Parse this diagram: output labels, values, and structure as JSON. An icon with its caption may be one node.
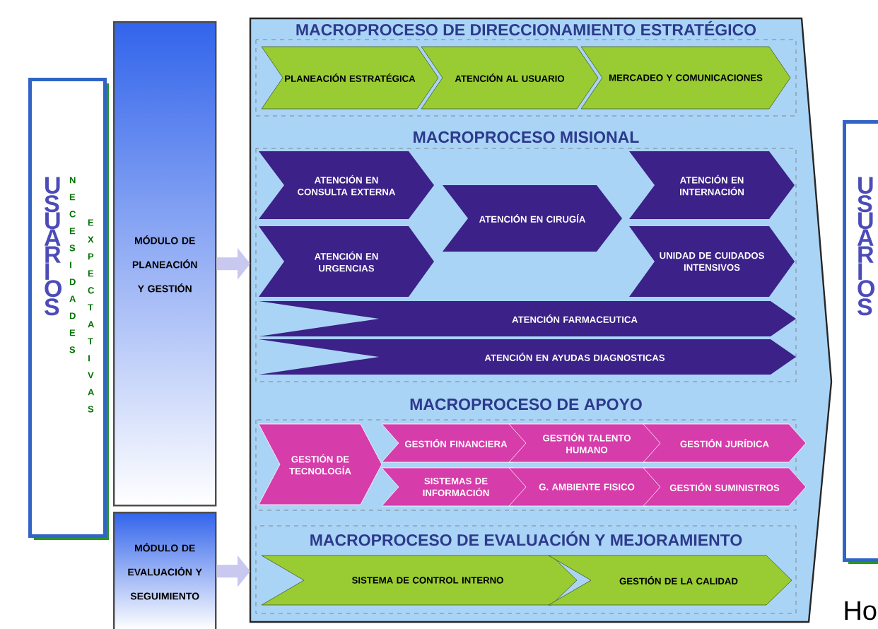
{
  "diagram": {
    "nodes": [
      {
        "text": [
          "USUARIOS",
          "NECESIDADES",
          "EXPECTATIVAS"
        ]
      },
      {
        "text": [
          "MÓDULO DE PLANEACIÓN Y GESTIÓN"
        ]
      },
      {
        "text": [
          "MÓDULO DE EVALUACIÓN Y SEGUIMIENTO"
        ]
      },
      {
        "text": [],
        "shape": "box"
      },
      {
        "text": [
          "MACROPROCESO DE DIRECCIONAMIENTO ESTRATÉGICO"
        ],
        "in": 3
      },
      {
        "text": [
          "PLANEACIÓN ESTRATÉGICA"
        ],
        "in": 4
      },
      {
        "text": [
          "ATENCIÓN AL USUARIO"
        ],
        "in": 4
      },
      {
        "text": [
          "MERCADEO Y COMUNICACIONES"
        ],
        "in": 4
      },
      {
        "text": [
          "MACROPROCESO MISIONAL"
        ],
        "in": 3
      },
      {
        "text": [
          "ATENCIÓN EN CONSULTA EXTERNA"
        ],
        "in": 8
      },
      {
        "text": [
          "ATENCIÓN EN URGENCIAS"
        ],
        "in": 8
      },
      {
        "text": [
          "ATENCIÓN EN CIRUGÍA"
        ],
        "in": 8
      },
      {
        "text": [
          "ATENCIÓN EN INTERNACIÓN"
        ],
        "in": 8
      },
      {
        "text": [
          "UNIDAD DE CUIDADOS INTENSIVOS"
        ],
        "in": 8
      },
      {
        "text": [
          "ATENCIÓN FARMACEUTICA"
        ],
        "in": 8
      },
      {
        "text": [
          "ATENCIÓN EN AYUDAS DIAGNOSTICAS"
        ],
        "in": 8
      },
      {
        "text": [
          "MACROPROCESO DE APOYO"
        ],
        "in": 3
      },
      {
        "text": [
          "GESTIÓN DE TECNOLOGÍA"
        ],
        "in": 16
      },
      {
        "text": [
          "GESTIÓN FINANCIERA"
        ],
        "in": 16
      },
      {
        "text": [
          "GESTIÓN TALENTO HUMANO"
        ],
        "in": 16
      },
      {
        "text": [
          "GESTIÓN JURÍDICA"
        ],
        "in": 16
      },
      {
        "text": [
          "SISTEMAS DE INFORMACIÓN"
        ],
        "in": 16
      },
      {
        "text": [
          "G. AMBIENTE FISICO"
        ],
        "in": 16
      },
      {
        "text": [
          "GESTIÓN SUMINISTROS"
        ],
        "in": 16
      },
      {
        "text": [
          "MACROPROCESO DE EVALUACIÓN Y MEJORAMIENTO"
        ],
        "in": 3
      },
      {
        "text": [
          "SISTEMA DE CONTROL INTERNO"
        ],
        "in": 24
      },
      {
        "text": [
          "GESTIÓN DE LA CALIDAD"
        ],
        "in": 24
      },
      {
        "text": [
          "USUARIOS"
        ]
      }
    ],
    "edges": [
      {
        "from": 1,
        "to": 3,
        "arrow": "to"
      },
      {
        "from": 2,
        "to": 3,
        "arrow": "to"
      }
    ],
    "labels": [
      "Ho"
    ]
  }
}
